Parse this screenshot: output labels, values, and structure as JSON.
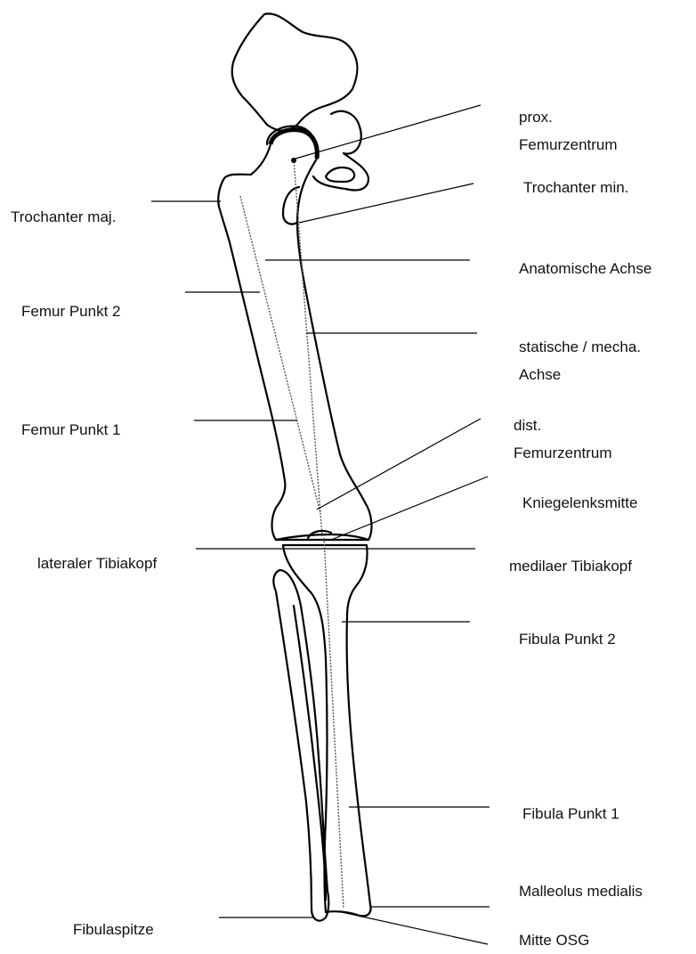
{
  "labels": {
    "prox_femurzentrum": [
      "prox.",
      "Femurzentrum"
    ],
    "trochanter_min": "Trochanter min.",
    "anatomische_achse": "Anatomische Achse",
    "statische_achse": [
      "statische / mecha.",
      "Achse"
    ],
    "dist_femurzentrum": [
      "dist.",
      "Femurzentrum"
    ],
    "kniegelenksmitte": "Kniegelenksmitte",
    "medialer_tibiakopf": "medilaer Tibiakopf",
    "fibula_punkt_2": "Fibula Punkt 2",
    "fibula_punkt_1": "Fibula Punkt 1",
    "malleolus_medialis": "Malleolus medialis",
    "mitte_osg": "Mitte OSG",
    "trochanter_maj": "Trochanter maj.",
    "femur_punkt_2": "Femur Punkt 2",
    "femur_punkt_1": "Femur Punkt 1",
    "lateraler_tibiakopf": "lateraler Tibiakopf",
    "fibulaspitze": "Fibulaspitze"
  }
}
